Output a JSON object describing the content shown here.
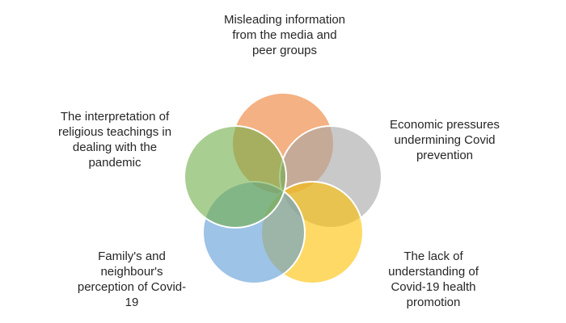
{
  "venn": {
    "type": "venn-5-circle-radial",
    "background": "#FFFFFF",
    "circle_outline": "#FFFFFF",
    "text_color": "#262626",
    "items": [
      {
        "id": "misleading-information",
        "position": "top",
        "label": "Misleading information\nfrom the media and\npeer groups",
        "color": "#ED7D31"
      },
      {
        "id": "economic-pressures",
        "position": "upper-right",
        "label": "Economic pressures\nundermining Covid\nprevention",
        "color": "#A5A5A5"
      },
      {
        "id": "lack-of-understanding",
        "position": "lower-right",
        "label": "The lack of\nunderstanding of\nCovid-19 health\npromotion",
        "color": "#FFC000"
      },
      {
        "id": "family-neighbour-perception",
        "position": "lower-left",
        "label": "Family's and\nneighbour's\nperception of Covid-\n19",
        "color": "#5B9BD5"
      },
      {
        "id": "religious-teachings",
        "position": "upper-left",
        "label": "The interpretation of\nreligious teachings in\ndealing with the\npandemic",
        "color": "#70AD47"
      }
    ]
  }
}
